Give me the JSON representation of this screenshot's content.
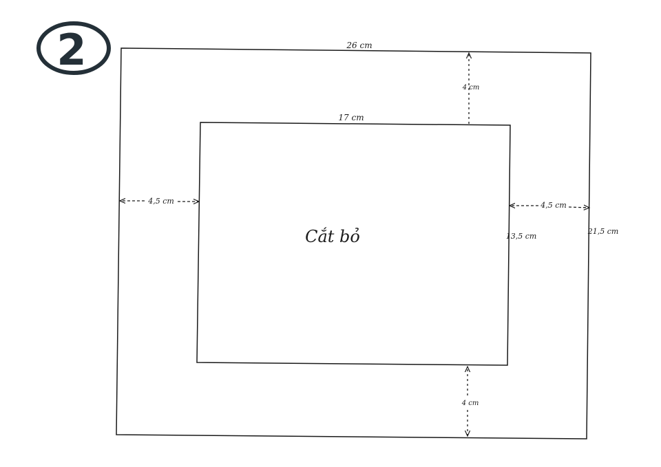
{
  "badge": {
    "number": "2"
  },
  "outer": {
    "width_label": "26 cm",
    "height_label": "21,5 cm"
  },
  "inner": {
    "width_label": "17 cm",
    "height_label": "13,5 cm",
    "center_label": "Cắt bỏ"
  },
  "margins": {
    "top_label": "4 cm",
    "bottom_label": "4 cm",
    "left_label": "4,5 cm",
    "right_label": "4,5 cm"
  },
  "colors": {
    "line": "#1a1a1a",
    "badge": "#243038"
  }
}
